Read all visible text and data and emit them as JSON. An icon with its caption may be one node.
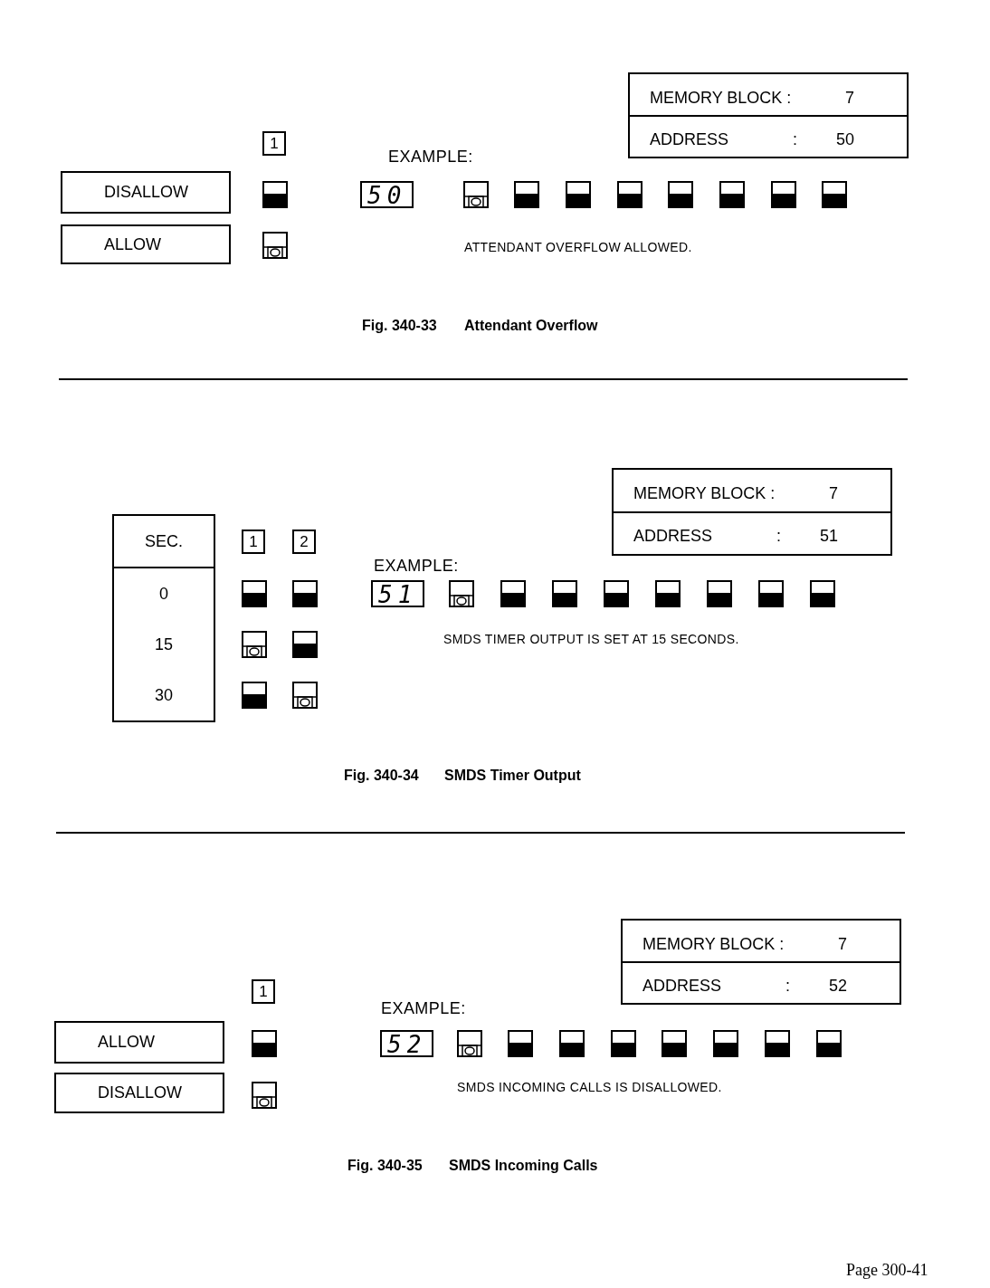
{
  "diagram": {
    "nodes": [
      {
        "text": [
          "1"
        ]
      },
      {
        "text": [
          "DISALLOW"
        ]
      },
      {
        "text": [
          "ALLOW"
        ]
      },
      {
        "text": [
          "MEMORY BLOCK :",
          "7",
          "ADDRESS",
          ":",
          "50"
        ]
      },
      {
        "text": [
          "SEC.",
          "0",
          "15",
          "30"
        ]
      },
      {
        "text": [
          "1"
        ]
      },
      {
        "text": [
          "2"
        ]
      },
      {
        "text": [
          "MEMORY BLOCK :",
          "7",
          "ADDRESS",
          ":",
          "51"
        ]
      },
      {
        "text": [
          "1"
        ]
      },
      {
        "text": [
          "ALLOW"
        ]
      },
      {
        "text": [
          "DISALLOW"
        ]
      },
      {
        "text": [
          "MEMORY BLOCK :",
          "7",
          "ADDRESS",
          ":",
          "52"
        ]
      }
    ],
    "labels": [
      "EXAMPLE:",
      "50",
      "ATTENDANT OVERFLOW ALLOWED.",
      "Fig. 340-33",
      "Attendant Overflow",
      "EXAMPLE:",
      "51",
      "SMDS TIMER OUTPUT IS SET AT 15 SECONDS.",
      "Fig. 340-34",
      "SMDS Timer Output",
      "EXAMPLE:",
      "52",
      "SMDS INCOMING CALLS IS DISALLOWED.",
      "Fig. 340-35",
      "SMDS Incoming Calls",
      "Page 300-41"
    ]
  }
}
